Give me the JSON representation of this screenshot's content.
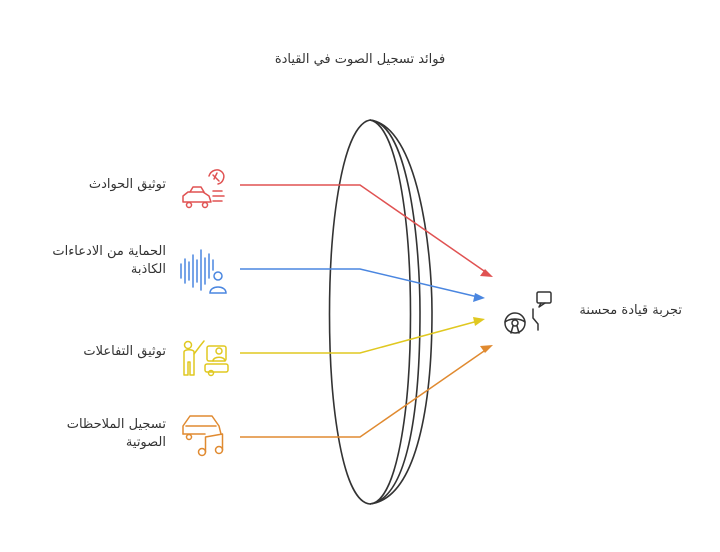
{
  "title": "فوائد تسجيل الصوت في القيادة",
  "items": [
    {
      "label_lines": [
        "توثيق الحوادث"
      ],
      "color": "#e05252",
      "icon": "car-crash-icon"
    },
    {
      "label_lines": [
        "الحماية من الادعاءات",
        "الكاذبة"
      ],
      "color": "#4a86e0",
      "icon": "voice-wave-person-icon"
    },
    {
      "label_lines": [
        "توثيق التفاعلات"
      ],
      "color": "#e0c820",
      "icon": "people-interaction-icon"
    },
    {
      "label_lines": [
        "تسجيل الملاحظات",
        "الصوتية"
      ],
      "color": "#e08a30",
      "icon": "car-music-note-icon"
    }
  ],
  "outcome": {
    "label": "تجربة قيادة محسنة",
    "icon": "steering-wheel-speech-icon",
    "color": "#333333"
  }
}
